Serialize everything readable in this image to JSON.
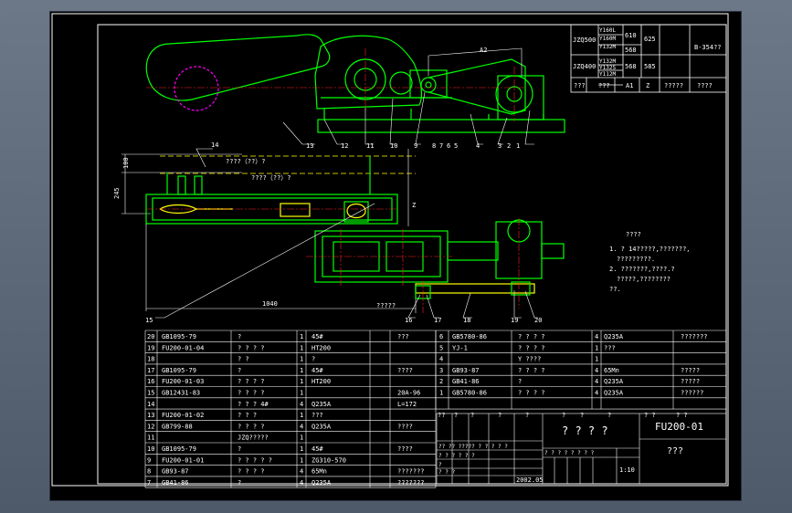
{
  "spec_table": {
    "rows": [
      {
        "model": "JZQ500",
        "motors": [
          "Y160L",
          "Y160M",
          "Y132M"
        ],
        "a": "610",
        "b": "625",
        "c": "",
        "note": "B-354??"
      },
      {
        "model": "JZQ400",
        "motors": [
          "Y132M",
          "Y132S",
          "Y112M"
        ],
        "a": "568",
        "b": "585",
        "c": "",
        "note": ""
      }
    ],
    "row_568_top": "568",
    "footer": [
      "???",
      "???",
      "A1",
      "Z",
      "?????",
      "????"
    ],
    "dim_label": "A2"
  },
  "callouts_top": [
    "13",
    "12",
    "11",
    "10",
    "9",
    "8",
    "7",
    "6",
    "5",
    "4",
    "3",
    "2",
    "1"
  ],
  "callouts_mid": [
    "14",
    "15",
    "16",
    "17",
    "18",
    "19",
    "20"
  ],
  "dimensions": {
    "h1": "100",
    "h2": "245",
    "w": "1040",
    "z": "Z"
  },
  "labels": {
    "belt1": "????（??）?",
    "belt2": "????（??）?",
    "slot": "?????"
  },
  "notes": {
    "title": "????",
    "lines": [
      "1. ? 14?????,???????,",
      "?????????.",
      "2. ???????,????.?",
      "?????,????????",
      "??."
    ]
  },
  "parts_left": [
    {
      "no": "20",
      "code": "GB1095-79",
      "name": "?",
      "qty": "1",
      "mat": "45#",
      "rem": "???"
    },
    {
      "no": "19",
      "code": "FU200-01-04",
      "name": "? ? ? ?",
      "qty": "1",
      "mat": "HT200",
      "rem": ""
    },
    {
      "no": "18",
      "code": "",
      "name": "?    ?",
      "qty": "1",
      "mat": "?",
      "rem": ""
    },
    {
      "no": "17",
      "code": "GB1095-79",
      "name": "?",
      "qty": "1",
      "mat": "45#",
      "rem": "????"
    },
    {
      "no": "16",
      "code": "FU200-01-03",
      "name": "? ? ? ?",
      "qty": "1",
      "mat": "HT200",
      "rem": ""
    },
    {
      "no": "15",
      "code": "GB12431-83",
      "name": "? ? ? ?",
      "qty": "1",
      "mat": "",
      "rem": "20A-96"
    },
    {
      "no": "14",
      "code": "",
      "name": "?   ?   ?   4#",
      "qty": "4",
      "mat": "Q235A",
      "rem": "L=172"
    },
    {
      "no": "13",
      "code": "FU200-01-02",
      "name": "? ?   ?",
      "qty": "1",
      "mat": "???",
      "rem": ""
    },
    {
      "no": "12",
      "code": "GB799-88",
      "name": "? ? ? ?",
      "qty": "4",
      "mat": "Q235A",
      "rem": "????"
    },
    {
      "no": "11",
      "code": "",
      "name": "JZQ?????",
      "qty": "1",
      "mat": "",
      "rem": ""
    },
    {
      "no": "10",
      "code": "GB1095-79",
      "name": "?",
      "qty": "1",
      "mat": "45#",
      "rem": "????"
    },
    {
      "no": "9",
      "code": "FU200-01-01",
      "name": "? ? ? ? ?",
      "qty": "1",
      "mat": "ZG310-570",
      "rem": ""
    },
    {
      "no": "8",
      "code": "GB93-87",
      "name": "? ? ? ?",
      "qty": "4",
      "mat": "65Mn",
      "rem": "???????"
    },
    {
      "no": "7",
      "code": "GB41-86",
      "name": "?",
      "qty": "4",
      "mat": "Q235A",
      "rem": "???????"
    }
  ],
  "parts_right": [
    {
      "no": "6",
      "code": "GB5780-86",
      "name": "? ? ? ?",
      "qty": "4",
      "mat": "Q235A",
      "rem": "???????"
    },
    {
      "no": "5",
      "code": "YJ-1",
      "name": "? ? ? ?",
      "qty": "1",
      "mat": "???",
      "rem": ""
    },
    {
      "no": "4",
      "code": "",
      "name": "Y ????",
      "qty": "1",
      "mat": "",
      "rem": ""
    },
    {
      "no": "3",
      "code": "GB93-87",
      "name": "? ? ? ?",
      "qty": "4",
      "mat": "65Mn",
      "rem": "?????"
    },
    {
      "no": "2",
      "code": "GB41-86",
      "name": "?",
      "qty": "4",
      "mat": "Q235A",
      "rem": "?????"
    },
    {
      "no": "1",
      "code": "GB5780-86",
      "name": "? ? ? ?",
      "qty": "4",
      "mat": "Q235A",
      "rem": "??????"
    }
  ],
  "parts_header": [
    "??",
    "?",
    "?",
    "?",
    "?",
    "?",
    "?",
    "?",
    "? ?",
    "? ?"
  ],
  "title_block": {
    "name": "? ? ? ?",
    "drawing_no": "FU200-01",
    "company": "???",
    "scale": "1:10",
    "date": "2002.05",
    "stage": "? ? ? ? ?  ? ? ?",
    "rev_rows": [
      "?? ??  ?????   ? ? ? ? ?",
      "? ?        ? ? ? ?",
      "?",
      "?            ?   ?"
    ]
  }
}
